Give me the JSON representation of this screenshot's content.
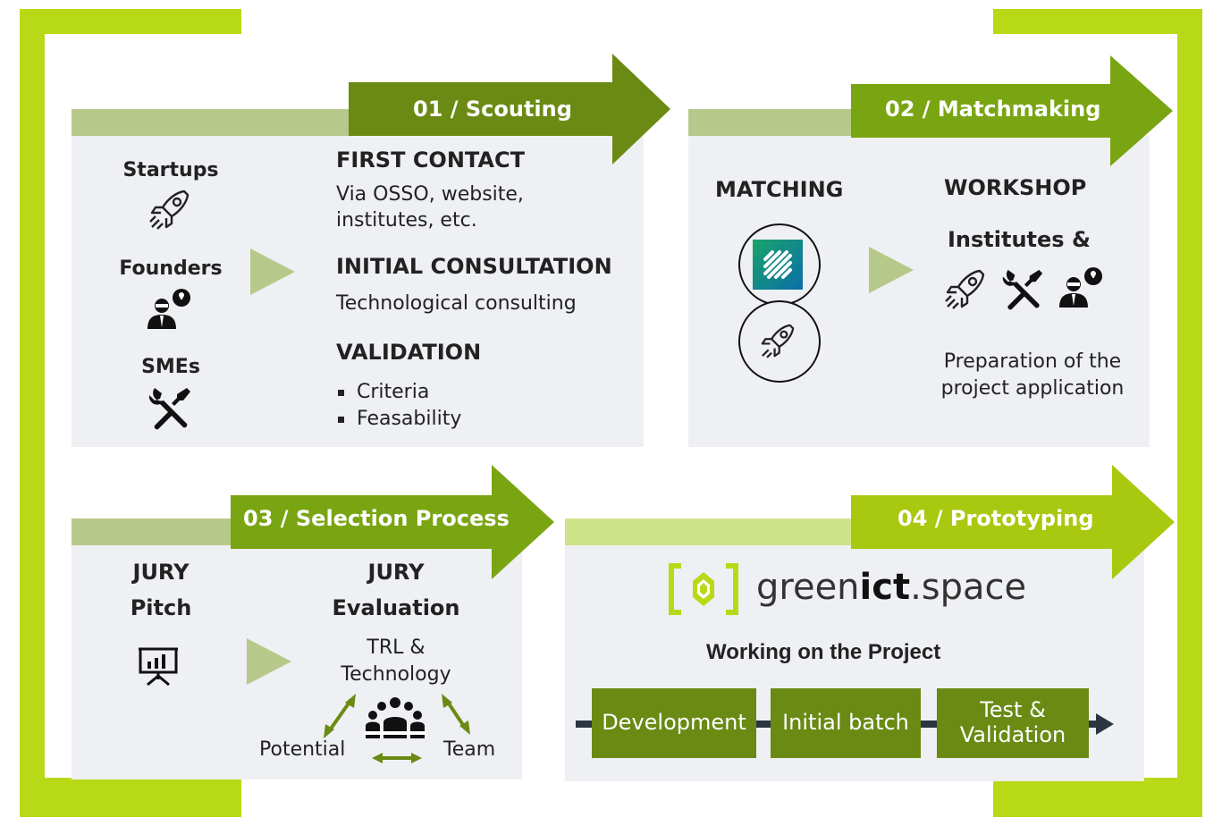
{
  "colors": {
    "frame": "#b8d916",
    "panel": "#eef0f3",
    "dark_green": "#6a8a14",
    "mid_green": "#7aa512",
    "light_green": "#a8c90f",
    "bar_grey_green": "#b7c98a",
    "bar_light": "#cfe48a"
  },
  "scouting": {
    "title": "01 / Scouting",
    "left_labels": [
      "Startups",
      "Founders",
      "SMEs"
    ],
    "first_contact_title": "FIRST CONTACT",
    "first_contact_text_1": "Via OSSO, website,",
    "first_contact_text_2": "institutes, etc.",
    "initial_title": "INITIAL CONSULTATION",
    "initial_text": "Technological consulting",
    "validation_title": "VALIDATION",
    "validation_items": [
      "Criteria",
      "Feasability"
    ],
    "icons": [
      "rocket-icon",
      "founder-icon",
      "tools-icon"
    ]
  },
  "matchmaking": {
    "title": "02 / Matchmaking",
    "matching": "MATCHING",
    "workshop": "WORKSHOP",
    "institutes": "Institutes &",
    "prep_1": "Preparation of the",
    "prep_2": "project application"
  },
  "selection": {
    "title": "03 / Selection Process",
    "jury_1": "JURY",
    "pitch": "Pitch",
    "jury_2": "JURY",
    "evaluation": "Evaluation",
    "trl_1": "TRL &",
    "trl_2": "Technology",
    "potential": "Potential",
    "team": "Team"
  },
  "prototyping": {
    "title": "04 / Prototyping",
    "logo_green": "green",
    "logo_ict": "ict",
    "logo_space": ".space",
    "working": "Working on the Project",
    "steps": [
      "Development",
      "Initial batch",
      "Test & Validation"
    ],
    "step3_line1": "Test &",
    "step3_line2": "Validation"
  }
}
